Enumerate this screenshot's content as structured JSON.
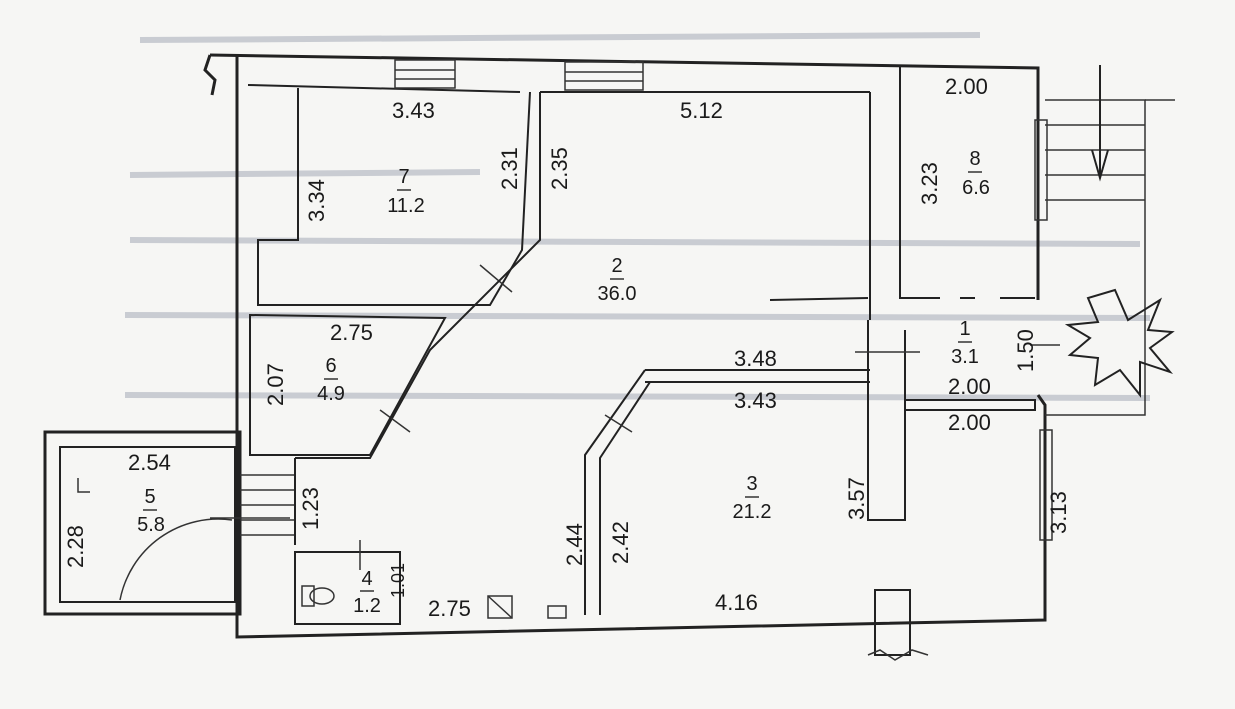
{
  "rooms": [
    {
      "id": "1",
      "area": "3.1"
    },
    {
      "id": "2",
      "area": "36.0"
    },
    {
      "id": "3",
      "area": "21.2"
    },
    {
      "id": "4",
      "area": "1.2"
    },
    {
      "id": "5",
      "area": "5.8"
    },
    {
      "id": "6",
      "area": "4.9"
    },
    {
      "id": "7",
      "area": "11.2"
    },
    {
      "id": "8",
      "area": "6.6"
    }
  ],
  "dimensions": {
    "r7_top": "3.43",
    "r7_left": "3.34",
    "r7_right": "2.31",
    "r2_diag": "2.35",
    "r2_top": "5.12",
    "r8_top": "2.00",
    "r8_left": "3.23",
    "r6_top": "2.75",
    "r6_left": "2.07",
    "r2_bottom": "3.48",
    "r3_top": "3.43",
    "r1_bottom": "2.00",
    "r1_side": "1.50",
    "corridor_top": "2.00",
    "r5_top": "2.54",
    "r5_left": "2.28",
    "passage": "1.23",
    "r4_side": "1.01",
    "r4_bottom": "2.75",
    "r3_left_outer": "2.44",
    "r3_left_inner": "2.42",
    "r3_right": "3.57",
    "r3_bottom": "4.16",
    "corridor_right": "3.13"
  }
}
